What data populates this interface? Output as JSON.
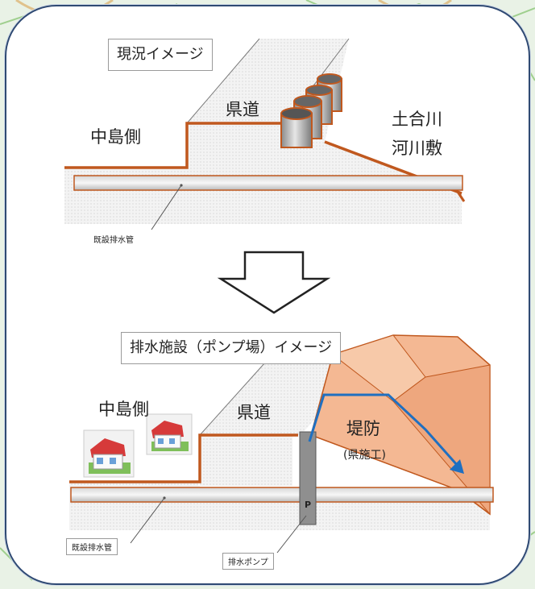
{
  "top_scene": {
    "title": "現況イメージ",
    "road": "県道",
    "left_side": "中島側",
    "river_line1": "土合川",
    "river_line2": "河川敷",
    "pipe_label": "既設排水管"
  },
  "bottom_scene": {
    "title": "排水施設（ポンプ場）イメージ",
    "road": "県道",
    "left_side": "中島側",
    "levee": "堤防",
    "levee_note": "(県施工)",
    "pump_letter": "P",
    "pipe_label": "既設排水管",
    "pump_label": "排水ポンプ"
  },
  "colors": {
    "ground_line": "#c0581e",
    "levee_fill": "#f4b893",
    "flow_arrow": "#1f6fc0",
    "card_border": "#2f4a73",
    "map_bg": "#e9f2e6"
  },
  "icons": [
    "down-arrow-icon",
    "house-icon",
    "flow-arrow-icon",
    "pump-icon"
  ]
}
